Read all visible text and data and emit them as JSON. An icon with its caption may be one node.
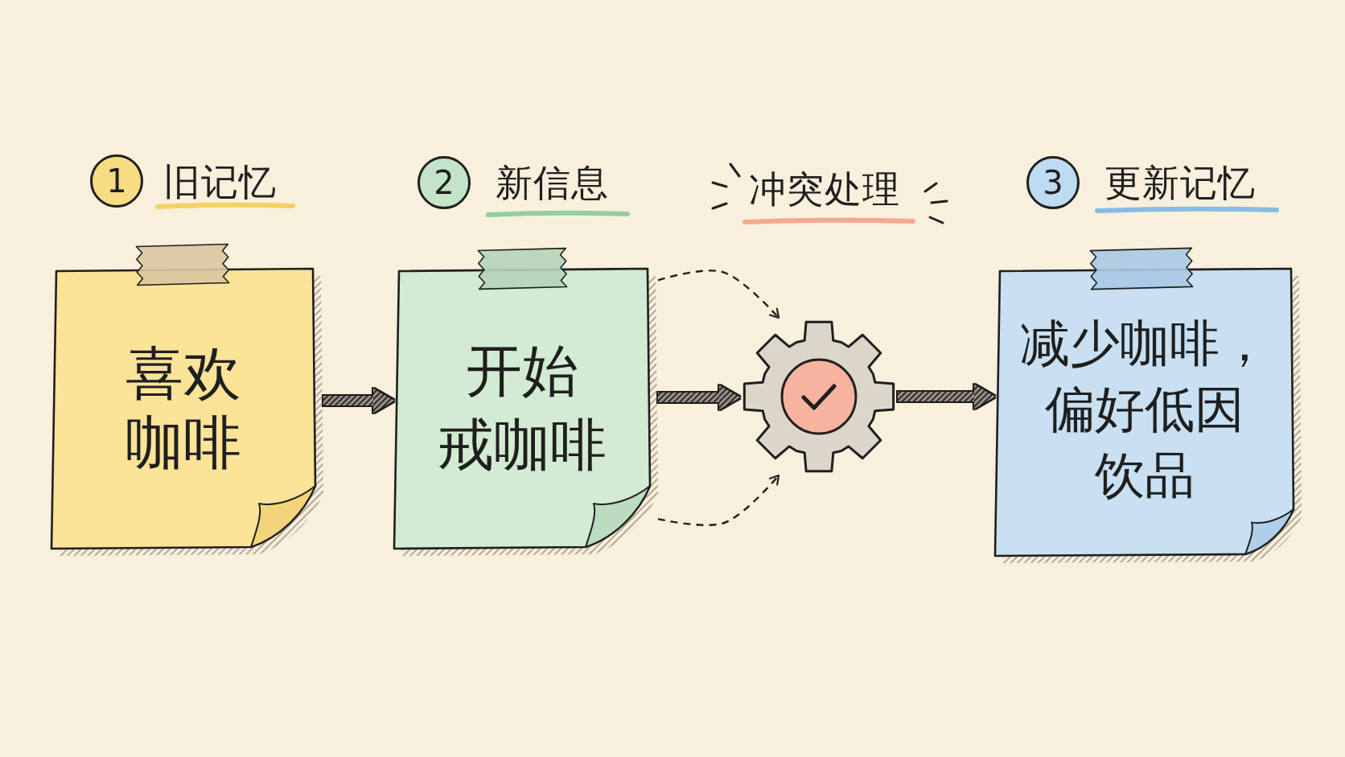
{
  "diagram": {
    "nodes": [
      {
        "text": [
          "1",
          "旧记忆",
          "喜欢咖啡"
        ]
      },
      {
        "text": [
          "2",
          "新信息",
          "开始戒咖啡"
        ]
      },
      {
        "text": [
          "冲突处理"
        ]
      },
      {
        "text": [
          "3",
          "更新记忆",
          "减少咖啡，偏好低因饮品"
        ]
      }
    ],
    "edges": [
      {
        "from": 0,
        "to": 1,
        "arrow": "to"
      },
      {
        "from": 1,
        "to": 2,
        "arrow": "to",
        "style": "dashed"
      },
      {
        "from": 1,
        "to": 2,
        "arrow": "to"
      },
      {
        "from": 1,
        "to": 2,
        "arrow": "to",
        "style": "dashed"
      },
      {
        "from": 2,
        "to": 3,
        "arrow": "to"
      }
    ]
  }
}
